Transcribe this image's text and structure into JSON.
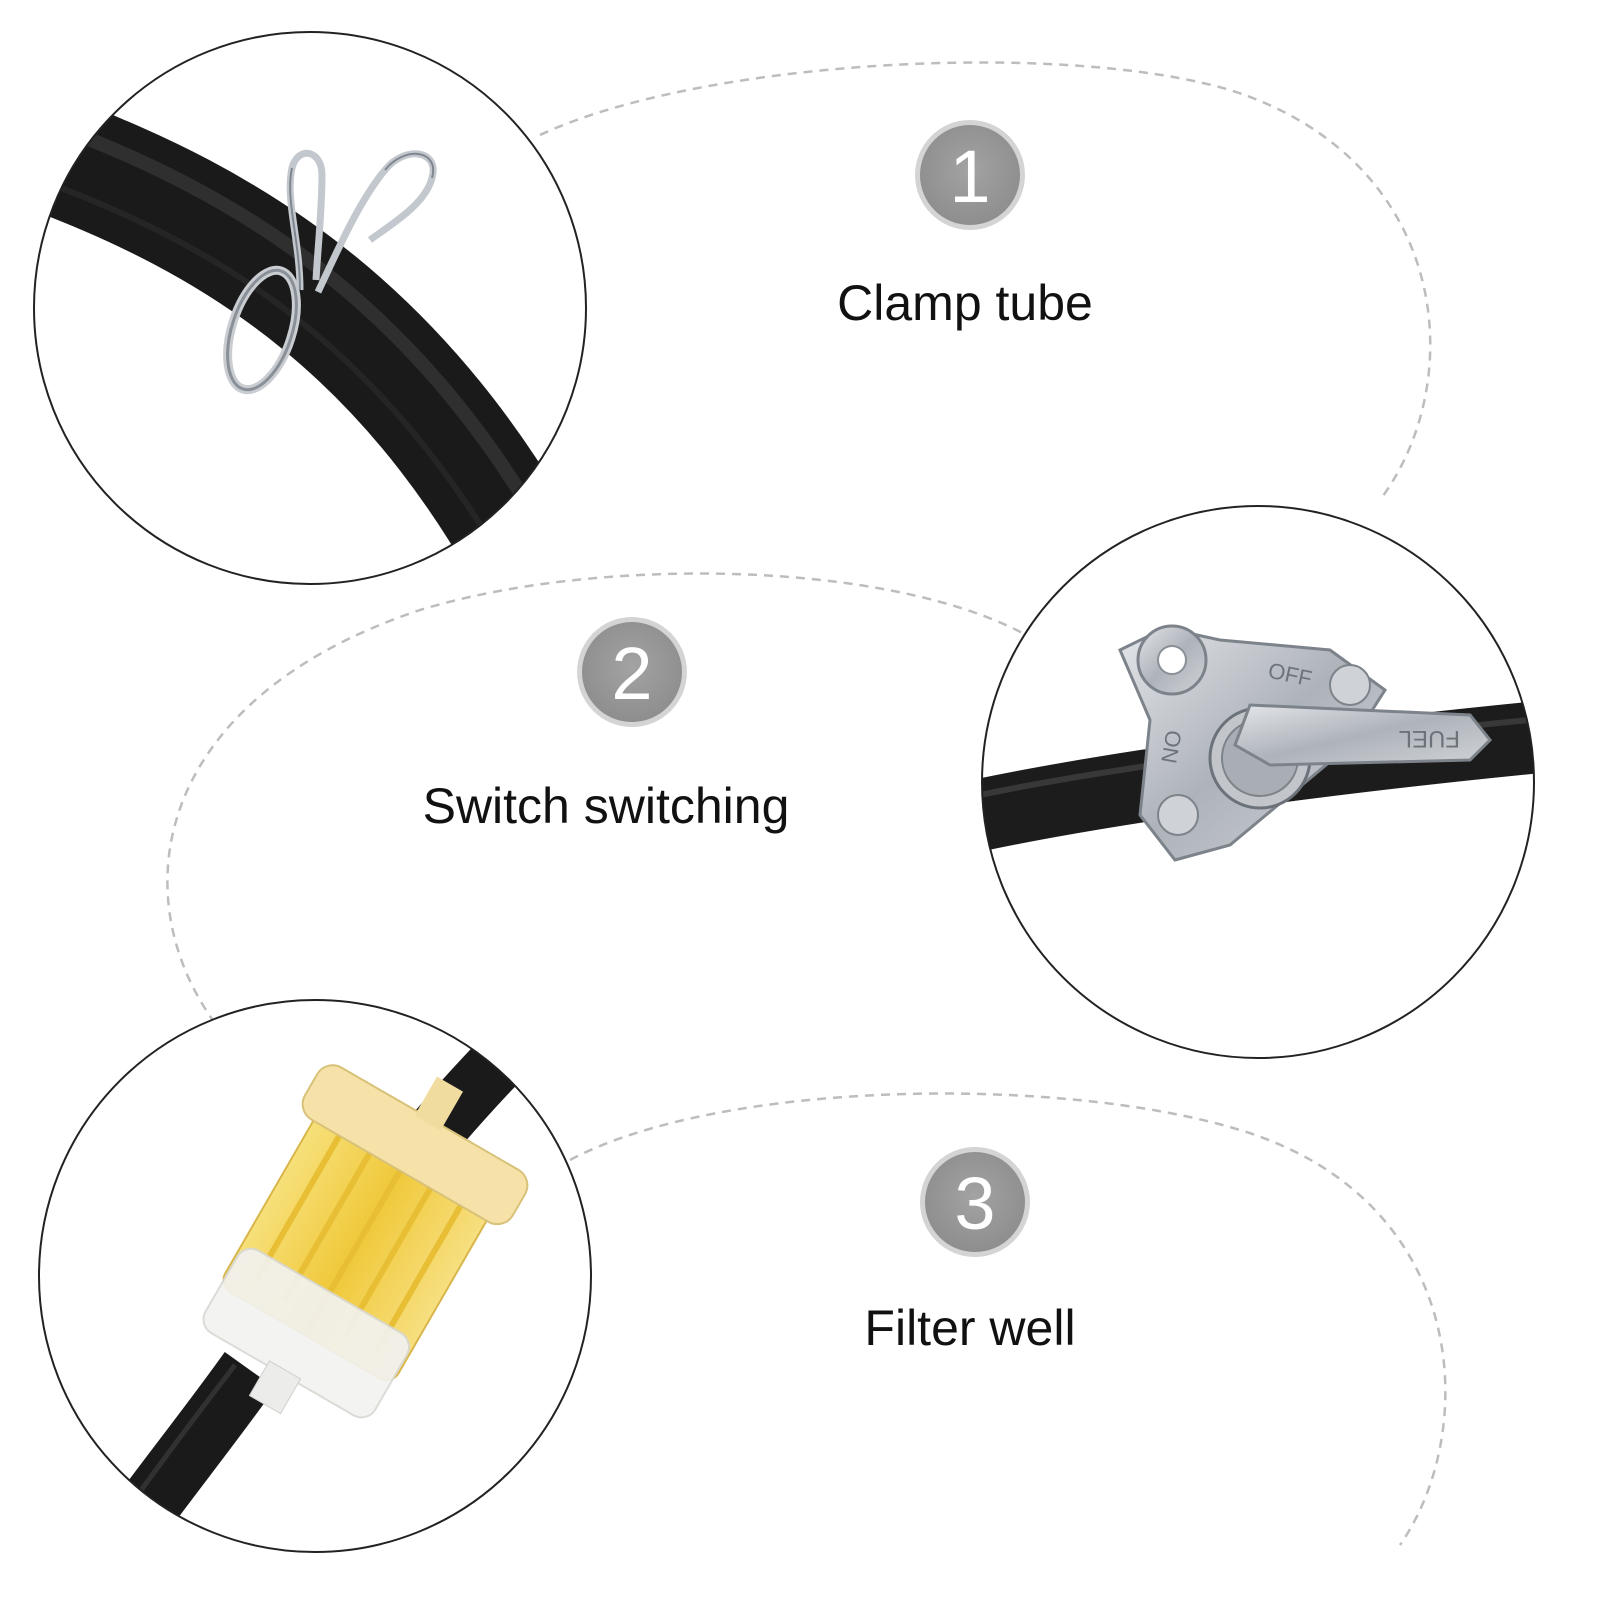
{
  "colors": {
    "background": "#ffffff",
    "dashed_line": "#bdbdbd",
    "circle_outline": "#222222",
    "badge_fill": "#9a9a9a",
    "badge_ring": "#d4d4d4",
    "hose": "#1c1c1c",
    "metal": "#b8bcc2",
    "filter_yellow": "#f3d35a",
    "filter_cap": "#f6e2a8"
  },
  "features": [
    {
      "number": "1",
      "label": "Clamp tube",
      "icon": "hose-clamp-photo"
    },
    {
      "number": "2",
      "label": "Switch switching",
      "icon": "fuel-valve-photo"
    },
    {
      "number": "3",
      "label": "Filter well",
      "icon": "fuel-filter-photo"
    }
  ],
  "valve_markings": {
    "off": "OFF",
    "on": "ON",
    "fuel": "FUEL"
  }
}
